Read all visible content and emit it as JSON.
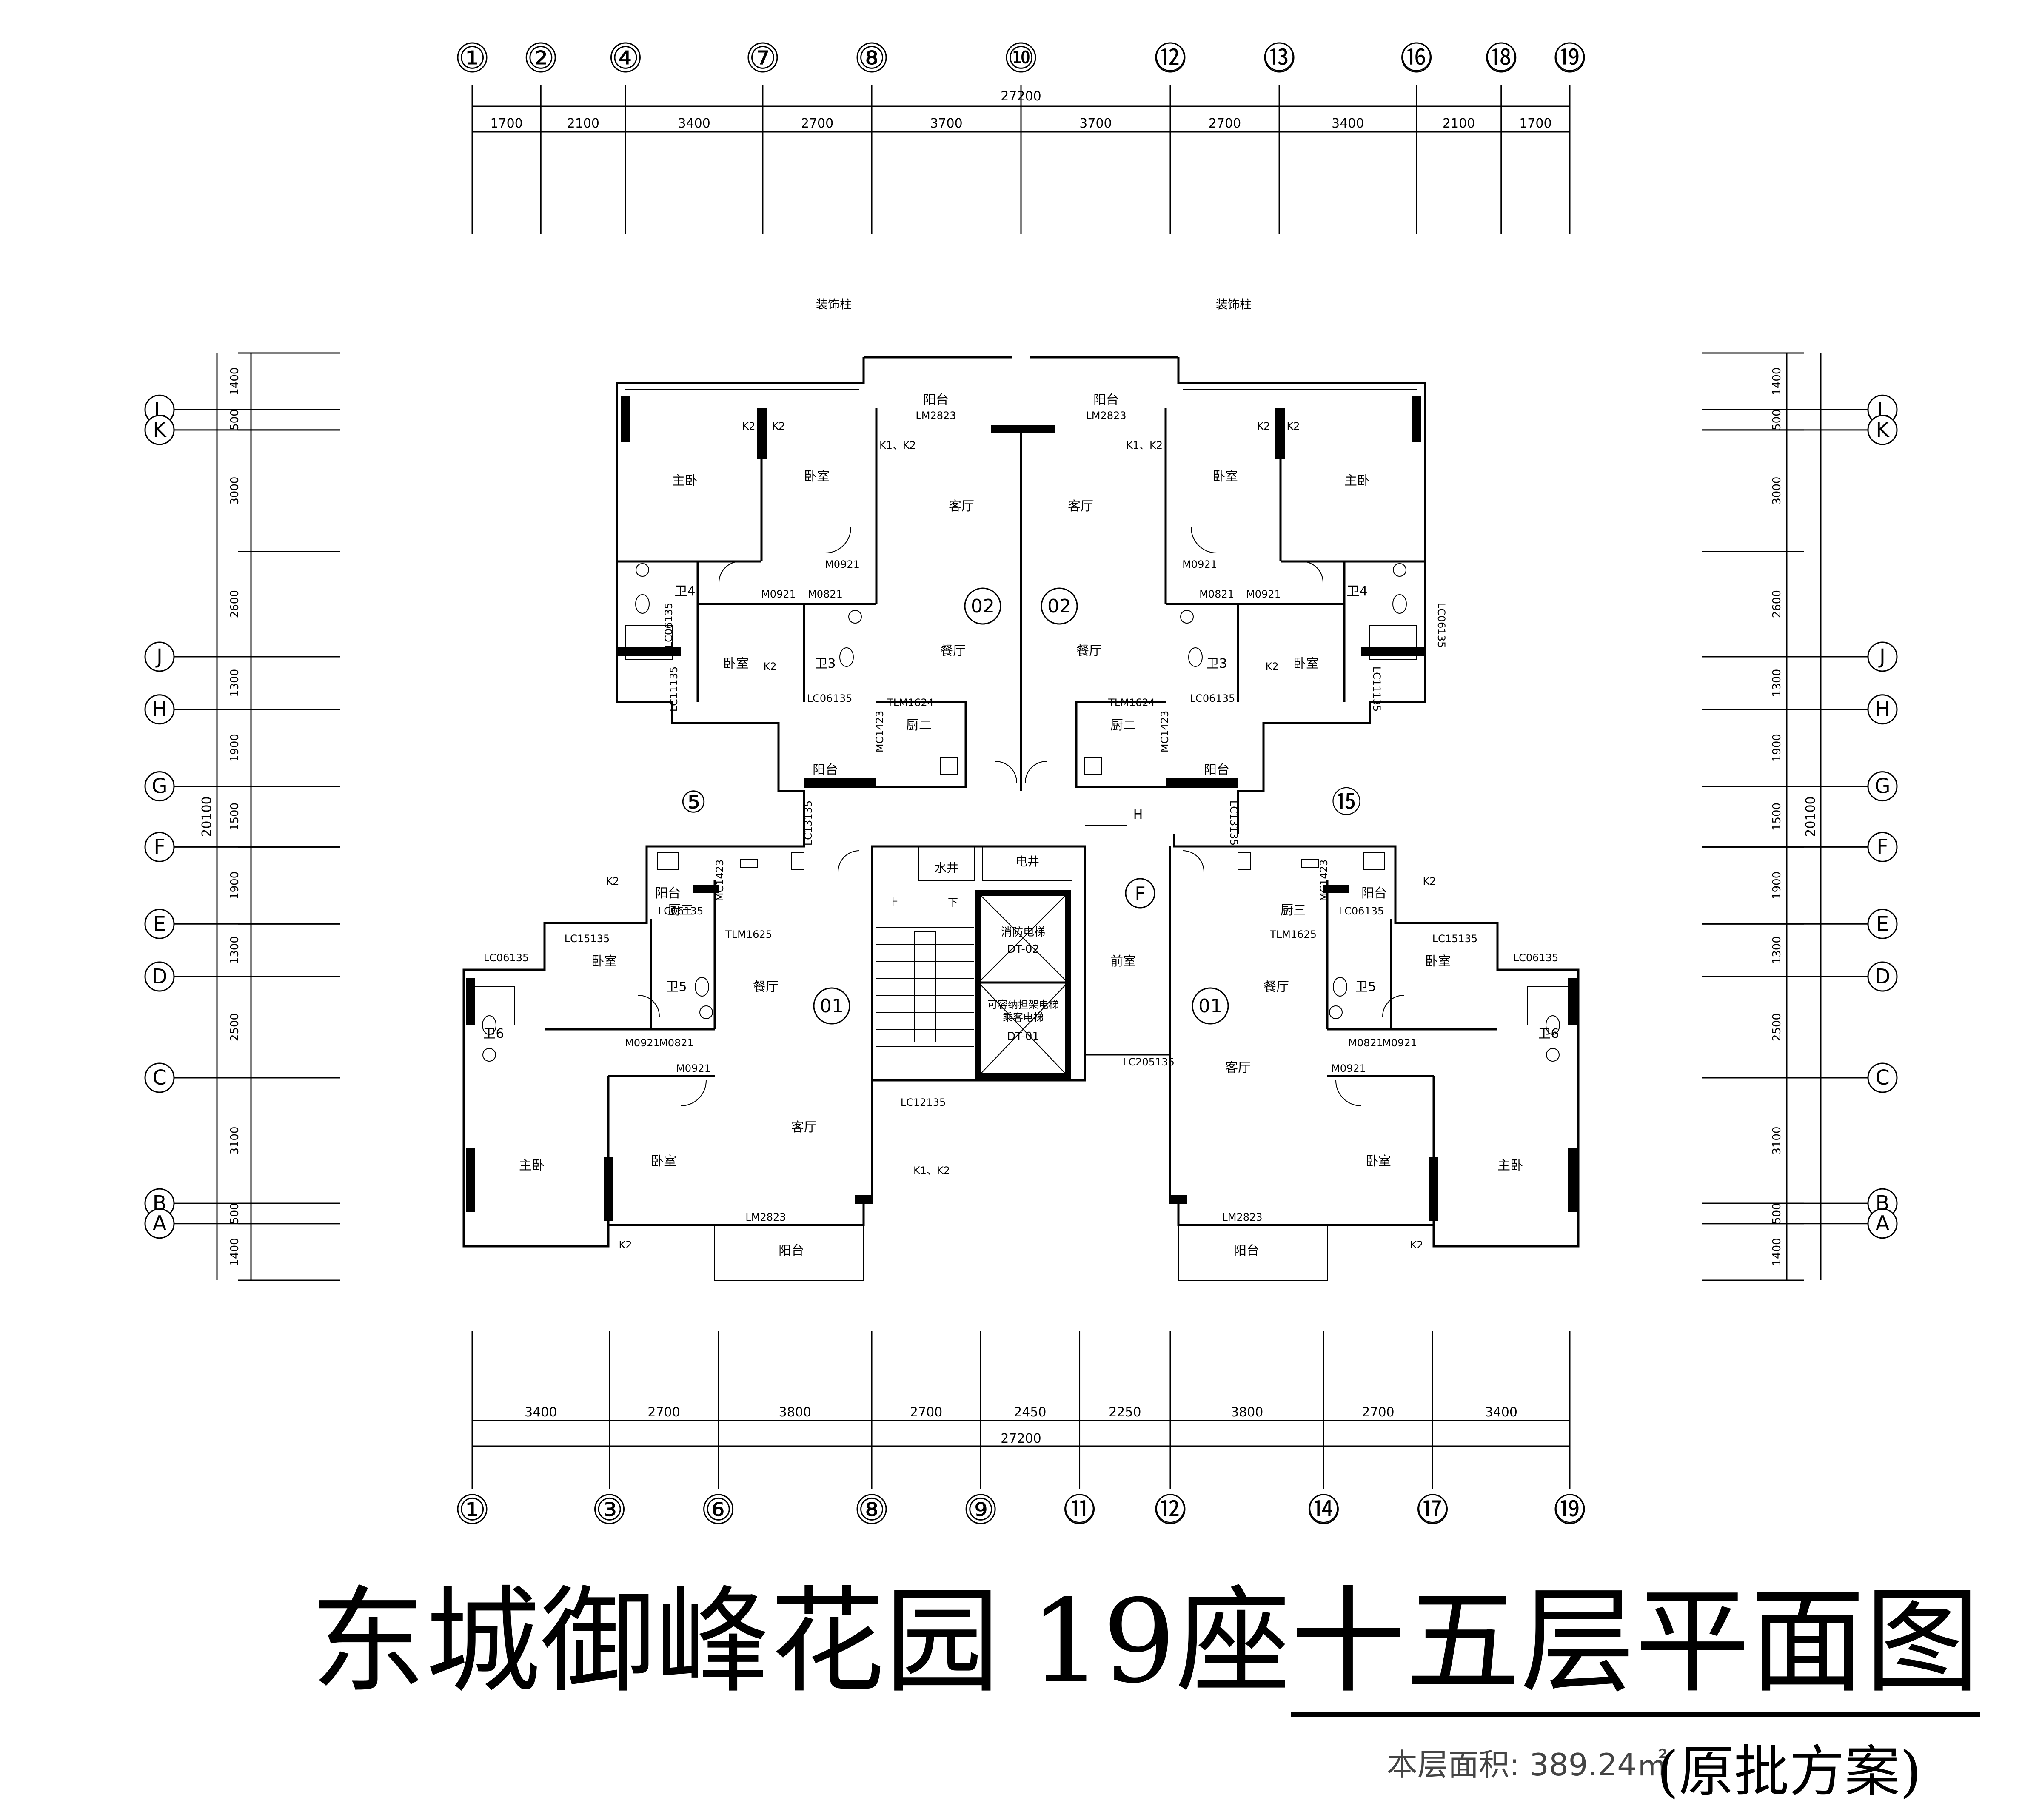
{
  "top_axes": [
    "①",
    "②",
    "④",
    "⑦",
    "⑧",
    "⑩",
    "⑫",
    "⑬",
    "⑯",
    "⑱",
    "⑲"
  ],
  "top_dims": [
    "1700",
    "2100",
    "3400",
    "2700",
    "3700",
    "3700",
    "2700",
    "3400",
    "2100",
    "1700"
  ],
  "top_total": "27200",
  "bottom_axes": [
    "①",
    "③",
    "⑥",
    "⑧",
    "⑨",
    "⑪",
    "⑫",
    "⑭",
    "⑰",
    "⑲"
  ],
  "bottom_dims": [
    "3400",
    "2700",
    "3800",
    "2700",
    "2450",
    "2250",
    "3800",
    "2700",
    "3400"
  ],
  "bottom_total": "27200",
  "side_axes": [
    "L",
    "K",
    "J",
    "H",
    "G",
    "F",
    "E",
    "D",
    "C",
    "B",
    "A"
  ],
  "side_dims": [
    "1400",
    "500",
    "3000",
    "2600",
    "1300",
    "1900",
    "1500",
    "1900",
    "1300",
    "2500",
    "3100",
    "500",
    "1400"
  ],
  "side_total": "20100",
  "rooms": {
    "master_bed": "主卧",
    "bedroom": "卧室",
    "living": "客厅",
    "dining": "餐厅",
    "kitchen": "厨二",
    "kitchen3": "厨三",
    "balcony": "阳台",
    "bath3": "卫3",
    "bath4": "卫4",
    "bath5": "卫5",
    "bath6": "卫6",
    "lobby": "前室",
    "water_shaft": "水井",
    "elec_shaft": "电井",
    "fire_elevator": "消防电梯",
    "passenger_elevator": "可容纳担架电梯",
    "passenger_elevator_2": "乘客电梯",
    "up": "上",
    "down": "下",
    "deco_column": "装饰柱"
  },
  "units": {
    "u01": "01",
    "u02": "02"
  },
  "axis_marks": {
    "five": "⑤",
    "fifteen": "⑮",
    "F": "F",
    "H": "H"
  },
  "codes": {
    "lm2823": "LM2823",
    "k1k2": "K1、K2",
    "k2": "K2",
    "m0921": "M0921",
    "m0821": "M0821",
    "lc06135": "LC06135",
    "lc11135": "LC11135",
    "lc13135": "LC13135",
    "lc15135": "LC15135",
    "lc12135": "LC12135",
    "lc205135": "LC205135",
    "tlm1624": "TLM1624",
    "tlm1625": "TLM1625",
    "mc1423": "MC1423",
    "dt02": "DT-02",
    "dt01": "DT-01"
  },
  "title": {
    "name": "东城御峰花园",
    "building": "19座",
    "floor": "十五层平面图",
    "area_label": "本层面积: 389.24㎡",
    "scheme": "(原批方案)"
  }
}
